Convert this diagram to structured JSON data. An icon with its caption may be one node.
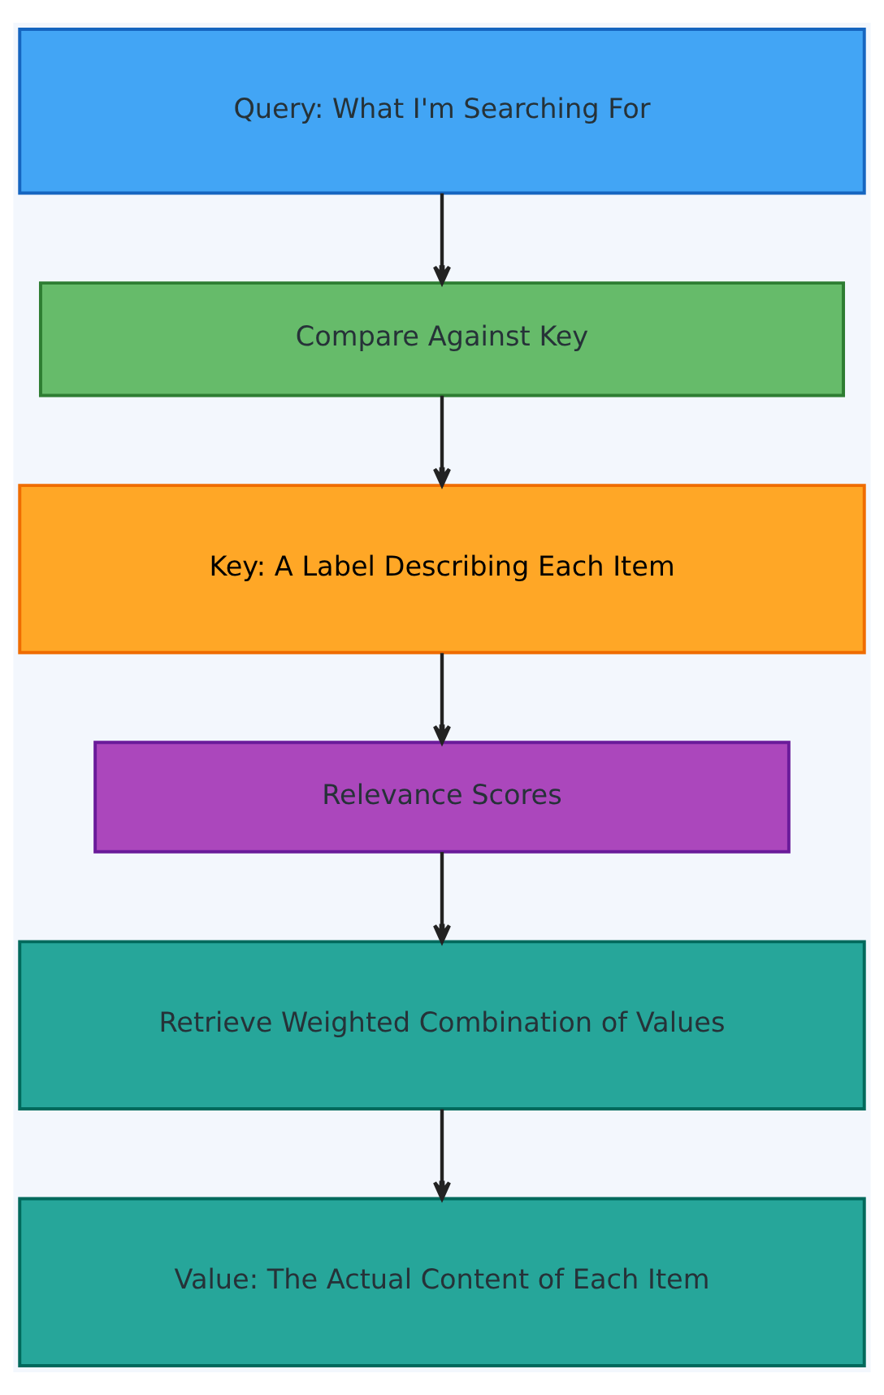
{
  "diagram": {
    "nodes": [
      {
        "text": [
          "Query: What I'm Searching For"
        ]
      },
      {
        "text": [
          "Compare Against Key"
        ]
      },
      {
        "text": [
          "Key: A Label Describing Each Item"
        ]
      },
      {
        "text": [
          "Relevance Scores"
        ]
      },
      {
        "text": [
          "Retrieve Weighted Combination of Values"
        ]
      },
      {
        "text": [
          "Value: The Actual Content of Each Item"
        ]
      }
    ],
    "edges": [
      {
        "from": 0,
        "to": 1,
        "arrow": "to"
      },
      {
        "from": 1,
        "to": 2,
        "arrow": "to"
      },
      {
        "from": 2,
        "to": 3,
        "arrow": "to"
      },
      {
        "from": 3,
        "to": 4,
        "arrow": "to"
      },
      {
        "from": 4,
        "to": 5,
        "arrow": "to"
      }
    ]
  }
}
